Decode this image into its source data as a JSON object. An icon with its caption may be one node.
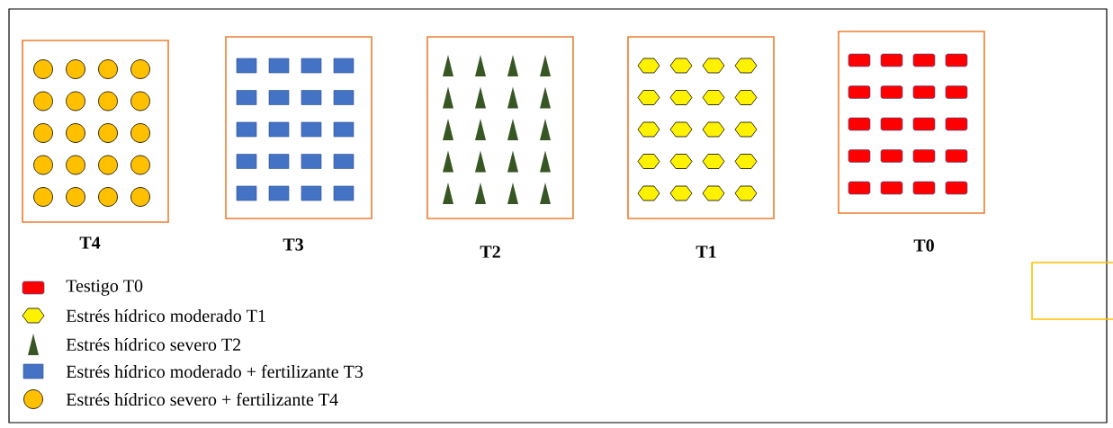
{
  "diagram": {
    "nodes": [
      {
        "text": [
          "T4"
        ]
      },
      {
        "text": [
          "T3"
        ]
      },
      {
        "text": [
          "T2"
        ]
      },
      {
        "text": [
          "T1"
        ]
      },
      {
        "text": [
          "T0"
        ]
      },
      {
        "text": [],
        "shape": "box"
      }
    ],
    "legend": [
      {
        "text": "Testigo T0"
      },
      {
        "text": "Estrés hídrico moderado T1"
      },
      {
        "text": "Estrés hídrico severo  T2"
      },
      {
        "text": "Estrés hídrico moderado + fertilizante T3"
      },
      {
        "text": "Estrés hídrico severo + fertilizante T4"
      }
    ]
  }
}
